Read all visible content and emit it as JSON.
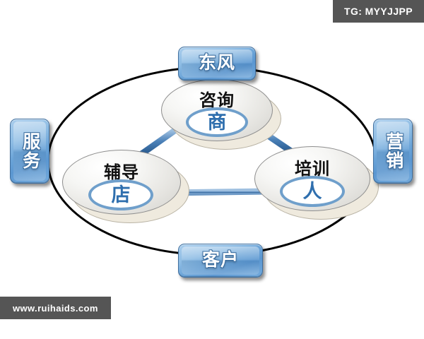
{
  "watermarks": {
    "top_right": "TG: MYYJJPP",
    "bottom_left": "www.ruihaids.com"
  },
  "diagram": {
    "buttons": [
      {
        "id": "top",
        "label": "东风",
        "orientation": "horizontal"
      },
      {
        "id": "left",
        "label": "服务",
        "orientation": "vertical"
      },
      {
        "id": "right",
        "label": "营销",
        "orientation": "vertical"
      },
      {
        "id": "bottom",
        "label": "客户",
        "orientation": "horizontal"
      }
    ],
    "nodes": [
      {
        "id": "top",
        "outer_label": "咨询",
        "inner_label": "商"
      },
      {
        "id": "left",
        "outer_label": "辅导",
        "inner_label": "店"
      },
      {
        "id": "right",
        "outer_label": "培训",
        "inner_label": "人"
      }
    ],
    "connections": [
      {
        "from": "top",
        "to": "left"
      },
      {
        "from": "top",
        "to": "right"
      },
      {
        "from": "left",
        "to": "right"
      }
    ],
    "colors": {
      "button_blue": "#6ba4d8",
      "inner_ring_blue": "#6f9fcb",
      "inner_text_blue": "#2f6fae",
      "connector_blue": "#3f76ae",
      "ring_outline": "#000000",
      "watermark_bg": "#555555",
      "disc_shadow": "#efeade"
    }
  }
}
